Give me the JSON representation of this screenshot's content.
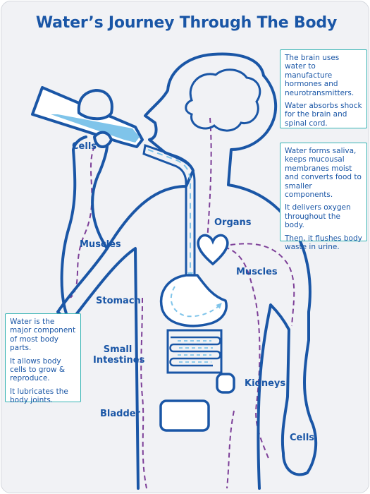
{
  "title": "Water’s Journey Through The Body",
  "labels": {
    "cells_top": "Cells",
    "muscles_left": "Muscles",
    "organs": "Organs",
    "muscles_right": "Muscles",
    "stomach": "Stomach",
    "small_intestines_1": "Small",
    "small_intestines_2": "Intestines",
    "kidneys": "Kidneys",
    "bladder": "Bladder",
    "cells_bottom": "Cells"
  },
  "boxes": {
    "brain": [
      "The brain uses water to manufacture hormones and neurotransmitters.",
      "Water absorbs shock for the brain and spinal cord."
    ],
    "saliva": [
      "Water forms saliva, keeps mucousal membranes moist and converts food to smaller components.",
      "It delivers oxygen throughout the body.",
      "Then, it flushes body waste in urine."
    ],
    "body_parts": [
      "Water is the major component of most body parts.",
      "It allows body cells to grow & reproduce.",
      "It lubricates the body joints."
    ]
  },
  "colors": {
    "outline": "#1a56a6",
    "water": "#7fc4ea",
    "dashed": "#7d3f98",
    "box_border": "#36b3b3",
    "background": "#f1f2f5"
  }
}
